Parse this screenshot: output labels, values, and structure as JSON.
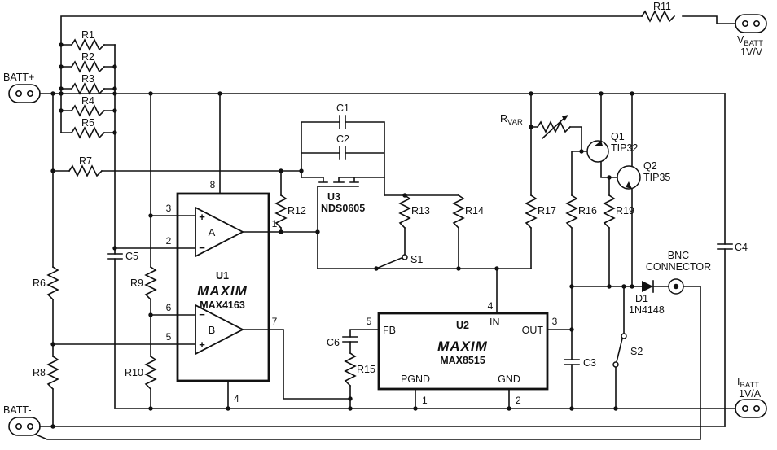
{
  "terminals": {
    "batt_plus": "BATT+",
    "batt_minus": "BATT-",
    "vbatt": {
      "sym": "V",
      "sub": "BATT",
      "gain": "1V/V"
    },
    "ibatt": {
      "sym": "I",
      "sub": "BATT",
      "gain": "1V/A"
    }
  },
  "resistors": {
    "r1": "R1",
    "r2": "R2",
    "r3": "R3",
    "r4": "R4",
    "r5": "R5",
    "r6": "R6",
    "r7": "R7",
    "r8": "R8",
    "r9": "R9",
    "r10": "R10",
    "r11": "R11",
    "r12": "R12",
    "r13": "R13",
    "r14": "R14",
    "r15": "R15",
    "r16": "R16",
    "r17": "R17",
    "r19": "R19",
    "rvar": {
      "sym": "R",
      "sub": "VAR"
    }
  },
  "capacitors": {
    "c1": "C1",
    "c2": "C2",
    "c3": "C3",
    "c4": "C4",
    "c5": "C5",
    "c6": "C6"
  },
  "u1": {
    "ref": "U1",
    "brand": "MAXIM",
    "part": "MAX4163",
    "amp_a": "A",
    "amp_b": "B",
    "plus": "+",
    "minus": "−",
    "pins": {
      "p1": "1",
      "p2": "2",
      "p3": "3",
      "p4": "4",
      "p5": "5",
      "p6": "6",
      "p7": "7",
      "p8": "8"
    }
  },
  "u2": {
    "ref": "U2",
    "brand": "MAXIM",
    "part": "MAX8515",
    "pin_names": {
      "fb": "FB",
      "in": "IN",
      "out": "OUT",
      "pgnd": "PGND",
      "gnd": "GND"
    },
    "pins": {
      "p1": "1",
      "p2": "2",
      "p3": "3",
      "p4": "4",
      "p5": "5"
    }
  },
  "u3": {
    "ref": "U3",
    "part": "NDS0605"
  },
  "q1": {
    "ref": "Q1",
    "part": "TIP32"
  },
  "q2": {
    "ref": "Q2",
    "part": "TIP35"
  },
  "d1": {
    "ref": "D1",
    "part": "1N4148"
  },
  "switches": {
    "s1": "S1",
    "s2": "S2"
  },
  "bnc": {
    "line1": "BNC",
    "line2": "CONNECTOR"
  }
}
